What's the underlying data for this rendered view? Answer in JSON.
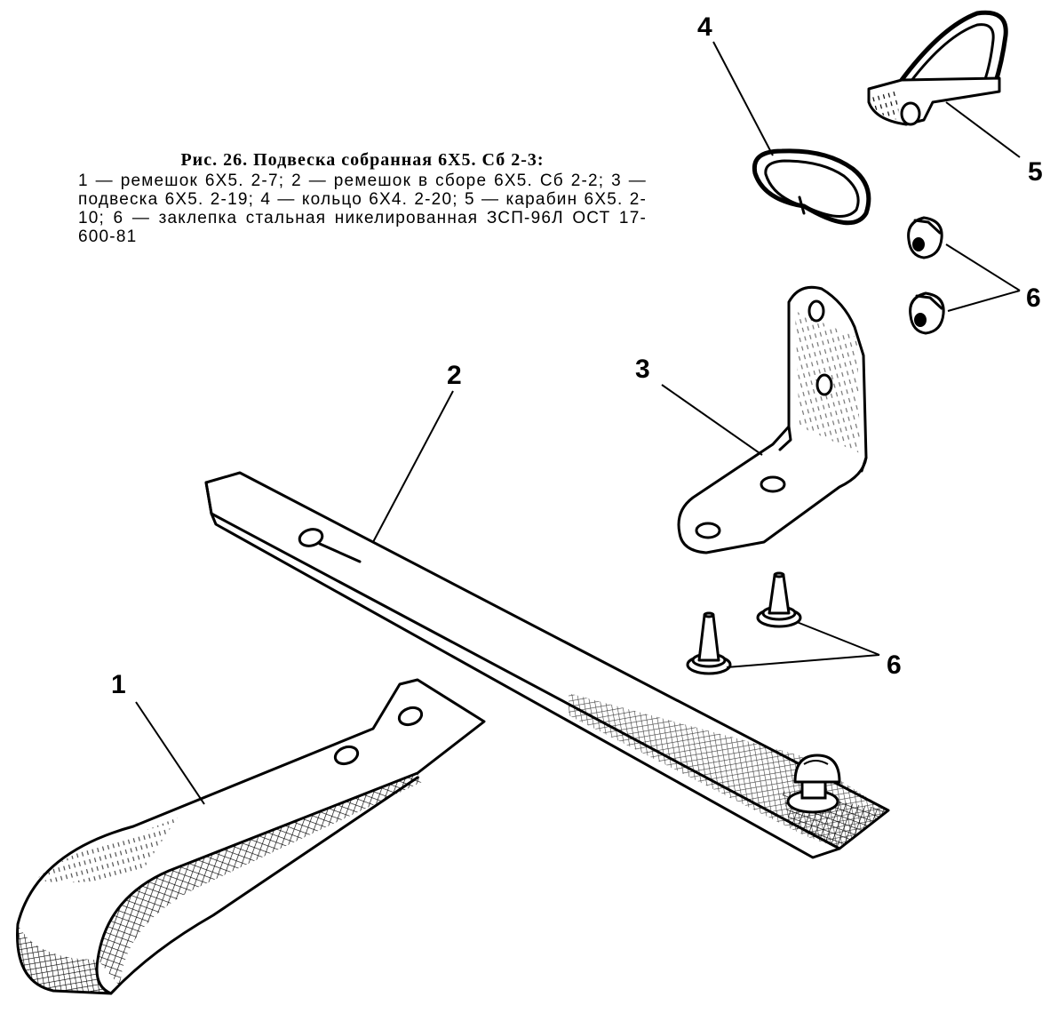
{
  "figure": {
    "title": "Рис. 26. Подвеска собранная 6Х5. Сб 2-3:",
    "legend": "1 — ремешок 6Х5. 2-7; 2 — ремешок в сборе 6Х5. Сб 2-2; 3 — подвеска 6Х5. 2-19; 4 — кольцо 6Х4. 2-20; 5 — карабин 6Х5. 2-10; 6 — заклепка стальная никелированная ЗСП-96Л ОСТ 17-600-81"
  },
  "callouts": {
    "c1": "1",
    "c2": "2",
    "c3": "3",
    "c4": "4",
    "c5": "5",
    "c6a": "6",
    "c6b": "6"
  }
}
